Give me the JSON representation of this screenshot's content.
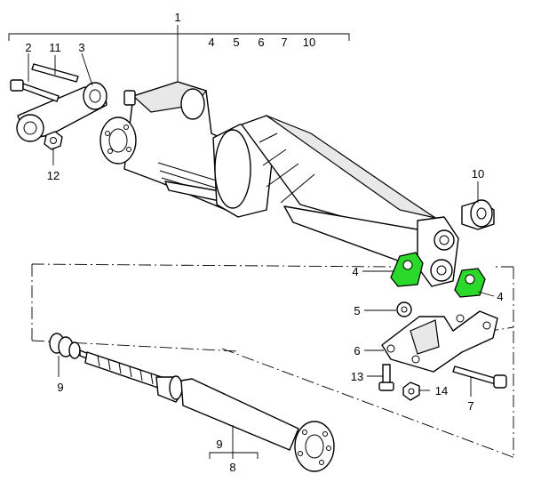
{
  "labels": {
    "assembly": "1",
    "assembly_includes": [
      "4",
      "5",
      "6",
      "7",
      "10"
    ],
    "bracket_bolt": "2",
    "stud": "11",
    "bracket": "3",
    "bracket_nut": "12",
    "mount_left": "4",
    "mount_right": "4",
    "nut_5": "5",
    "crossmember": "6",
    "bolt_13": "13",
    "nut_14": "14",
    "long_bolt": "7",
    "bushing": "10",
    "damper_left": "9",
    "shaft_group": "8",
    "shaft_group_includes": "9"
  },
  "colors": {
    "highlight": "#2bd92b",
    "line": "#000000",
    "paper": "#ffffff"
  }
}
